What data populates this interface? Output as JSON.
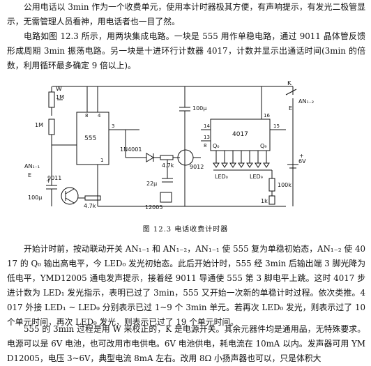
{
  "paragraphs": {
    "p1": "公用电话以 3min 作为一个收费单元，使用本计时器极其方便，有声响提示，有发光二极管显示，无需管理人员看神，用电话者也一目了然。",
    "p2": "电路如图 12.3 所示，用两块集成电路。一块是 555 用作单稳电路，通过 9011 晶体管反馈形成周期 3min 振荡电路。另一块是十进环行计数器 4017，计数并显示出通话时间(3min 的倍数，利用循环最多确定 9 倍以上)。",
    "p3": "开始计时前，按动联动开关 AN₁₋₁ 和 AN₁₋₂，AN₁₋₁ 使 555 复为单稳初始态，AN₁₋₂ 使 4017 的 Q₀ 输出高电平，今 LED₀ 发光初始态。此后开始计时，555 经 3min 后输出端 3 脚光降为低电平，YMD12005 通电发声提示，接着经 9011 导通使 555 第 3 脚电平上跳。这时 4017 步进计数为 LED₁ 发光指示，表明已过了 3min，555 又开始一次新的单稳计时过程。依次类推。4017 外接 LED₁ ~ LED₉ 分别表示已过 1~9 个 3min 单元。若再次 LED₀ 发光，则表示过了 10 个单元时间，再次 LED₉ 发光，则表示已过了 19 个单元时间。",
    "p4": "555 的 3min 过程是用 W 来校正的，K 是电源开关。其余元器件均是通用品，无特殊要求。电源可以是 6V 电池，也可改用市电供电。6V 电池供电，耗电流在 10mA 以内。发声器可用 YMD12005，电压 3~6V，典型电流 8mA 左右。改用 8Ω 小扬声器也可以，只是体积大"
  },
  "caption": "图 12.3   电话收费计时器",
  "schematic": {
    "W": "W",
    "R1M_a": "1M",
    "R1M_b": "1M",
    "ic555": "555",
    "pin8": "8",
    "pin4": "4",
    "pin3": "3",
    "pin1": "1",
    "diode": "1N4001",
    "res47a": "4.7k",
    "res47b": "4.7k",
    "cap22": "22μ",
    "cap100a": "100μ",
    "cap100b": "100μ",
    "t9011": "9011",
    "t9012": "9012",
    "speaker": "12005",
    "sw_an1": "AN₁₋₁",
    "sw_an2": "AN₁₋₂",
    "switchK": "K",
    "ic4017": "4017",
    "q0": "Q₀",
    "q9": "Q₉",
    "pin16": "16",
    "pin15": "15",
    "pin14": "14",
    "pin8b": "8",
    "pin13": "13",
    "led0": "LED₀",
    "led9": "LED₉",
    "r100k": "100k",
    "r1k": "1k",
    "v6": "6V",
    "plus_a": "+",
    "plus_b": "+",
    "e_a": "E",
    "e_b": "E"
  }
}
